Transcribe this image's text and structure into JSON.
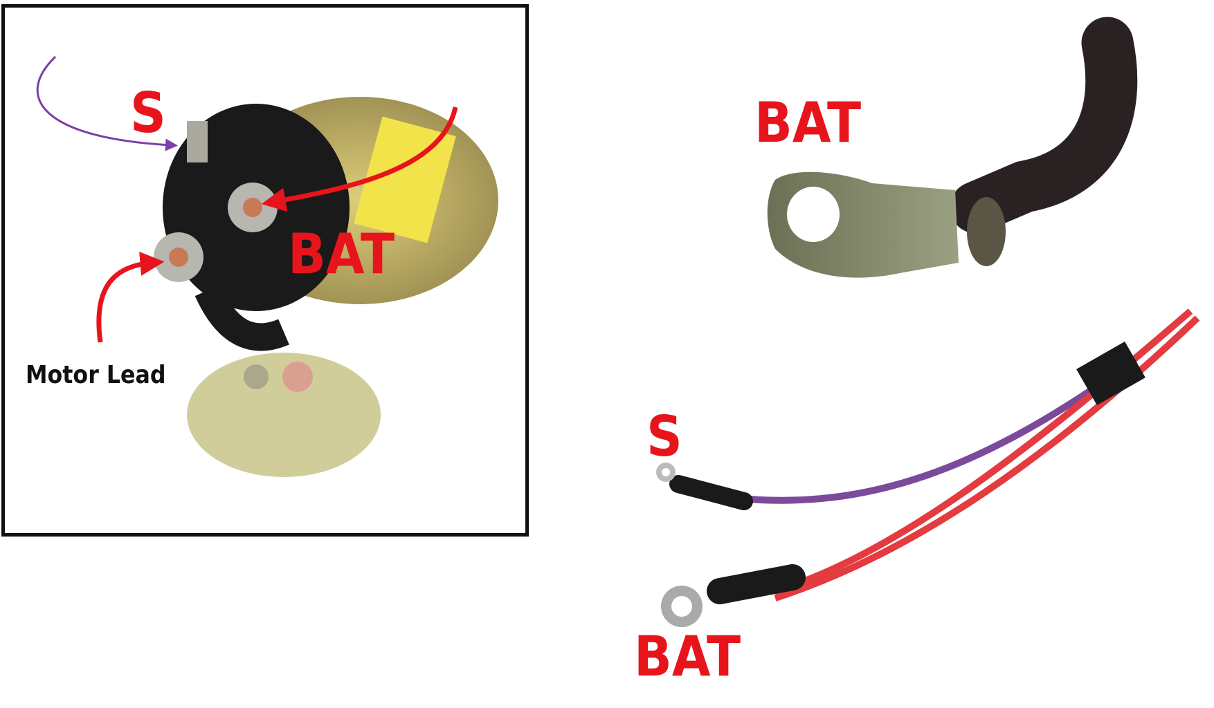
{
  "starter_diagram": {
    "labels": {
      "s": "S",
      "bat": "BAT",
      "motor_lead": "Motor Lead"
    },
    "arrow_colors": {
      "s": "#7a3fa8",
      "bat": "#e8141c",
      "motor_lead": "#e8141c"
    }
  },
  "battery_cable_photo": {
    "label": "BAT"
  },
  "harness_photo": {
    "labels": {
      "s": "S",
      "bat": "BAT"
    },
    "wire_colors": {
      "s": "#7b4a9a",
      "bat": "#e33b3f"
    }
  }
}
